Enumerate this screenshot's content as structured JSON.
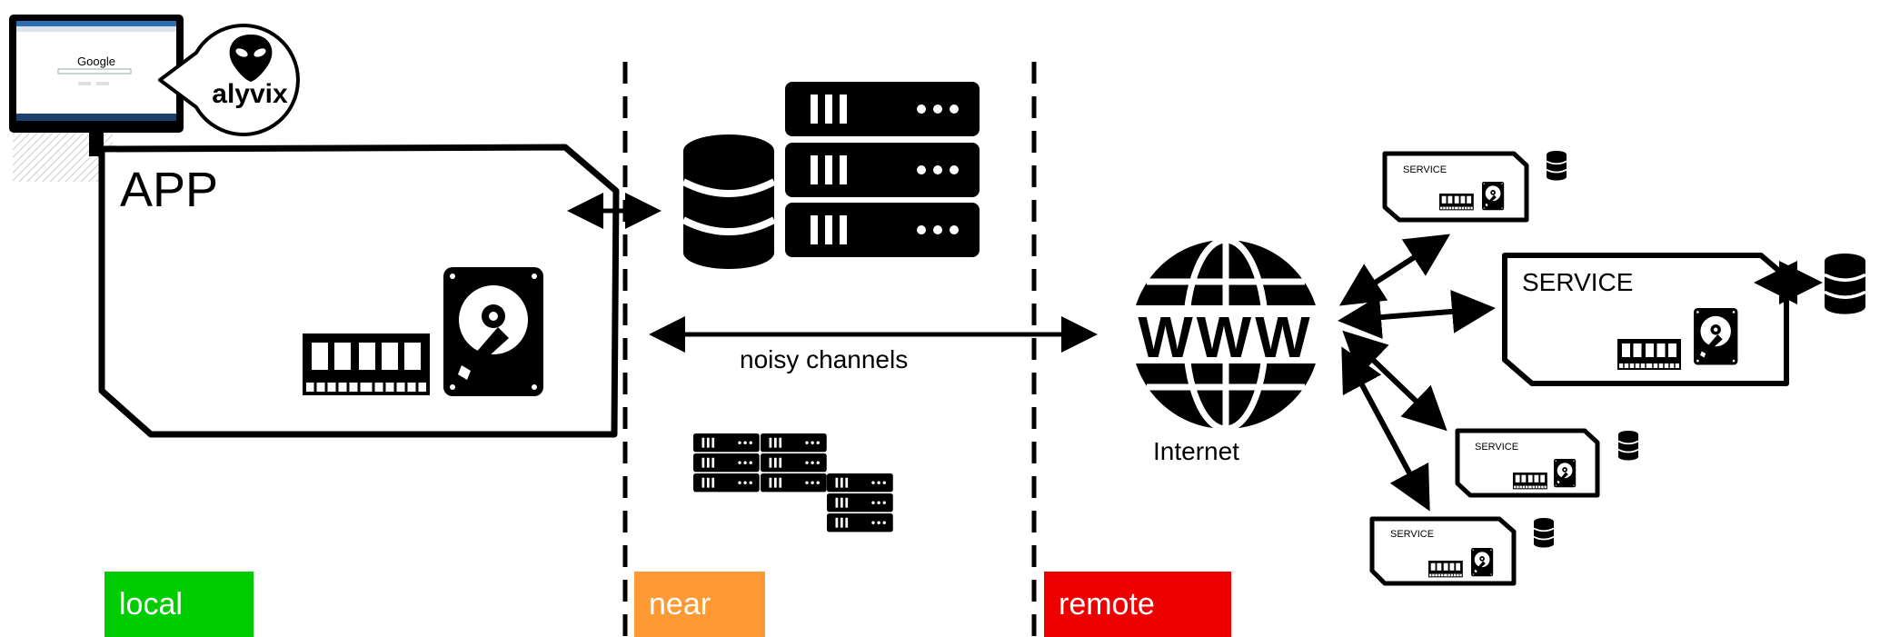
{
  "app": {
    "label": "APP"
  },
  "brand": {
    "name": "alyvix"
  },
  "browser": {
    "search_logo": "Google"
  },
  "channels": {
    "label": "noisy channels"
  },
  "internet": {
    "label": "Internet"
  },
  "services": [
    {
      "label": "SERVICE"
    },
    {
      "label": "SERVICE"
    },
    {
      "label": "SERVICE"
    },
    {
      "label": "SERVICE"
    }
  ],
  "zones": [
    {
      "label": "local",
      "color": "#00cc00"
    },
    {
      "label": "near",
      "color": "#ff9933"
    },
    {
      "label": "remote",
      "color": "#ee0000"
    }
  ],
  "icons": [
    "monitor-icon",
    "alien-icon",
    "ram-icon",
    "hard-drive-icon",
    "database-icon",
    "server-rack-icon",
    "globe-www-icon"
  ]
}
